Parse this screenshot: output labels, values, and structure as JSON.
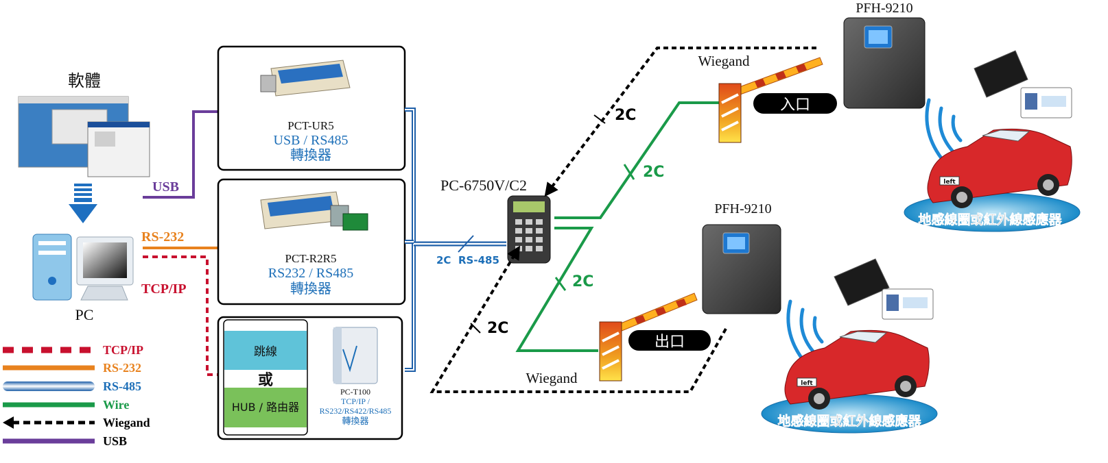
{
  "software_label": "軟體",
  "pc_label": "PC",
  "conn_labels": {
    "usb": "USB",
    "rs232": "RS-232",
    "tcpip": "TCP/IP"
  },
  "converters": {
    "ur5": {
      "model": "PCT-UR5",
      "type": "USB / RS485",
      "desc": "轉換器"
    },
    "r2r5": {
      "model": "PCT-R2R5",
      "type": "RS232 / RS485",
      "desc": "轉換器"
    },
    "network": {
      "jumper": "跳線",
      "or": "或",
      "hub": "HUB / 路由器",
      "t100_model": "PC-T100",
      "t100_type1": "TCP/IP  /",
      "t100_type2": "RS232/RS422/RS485",
      "t100_desc": "轉換器"
    }
  },
  "controller_label": "PC-6750V/C2",
  "bus_label": {
    "cable": "2C",
    "type": "RS-485"
  },
  "wire_marks": [
    "2C",
    "2C",
    "2C",
    "2C"
  ],
  "wiegand_labels": [
    "Wiegand",
    "Wiegand"
  ],
  "readers": [
    "PFH-9210",
    "PFH-9210"
  ],
  "gates": {
    "entry": "入口",
    "exit": "出口"
  },
  "sensor_labels": [
    "地感線圈或紅外線感應器",
    "地感線圈或紅外線感應器"
  ],
  "car_plate": "left",
  "legend": [
    {
      "label": "TCP/IP",
      "color": "#c8102e"
    },
    {
      "label": "RS-232",
      "color": "#e8821e"
    },
    {
      "label": "RS-485",
      "color": "#2a76c0"
    },
    {
      "label": "Wire",
      "color": "#1a9a49"
    },
    {
      "label": "Wiegand",
      "color": "#000000"
    },
    {
      "label": "USB",
      "color": "#6a3d9a"
    }
  ]
}
